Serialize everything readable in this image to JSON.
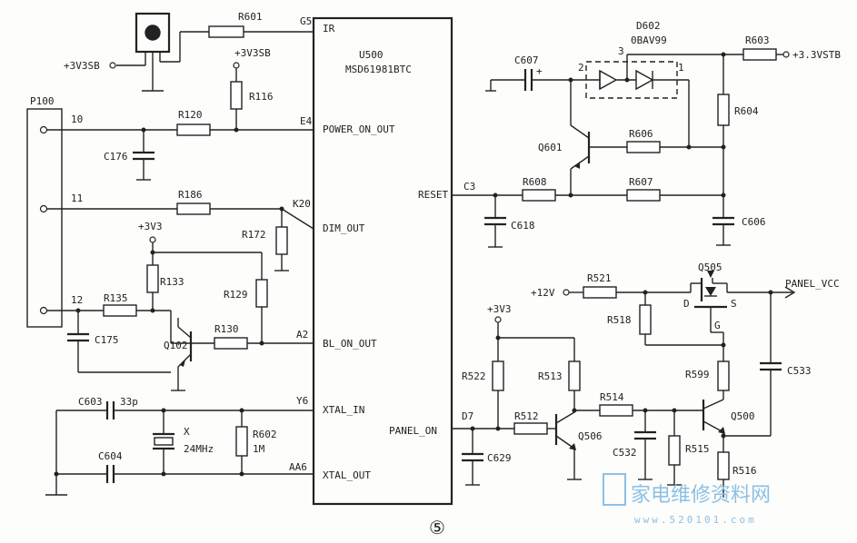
{
  "chip": {
    "ref": "U500",
    "part": "MSD61981BTC"
  },
  "pins": {
    "ir": "IR",
    "ir_num": "G5",
    "power": "POWER_ON_OUT",
    "power_num": "E4",
    "dim": "DIM_OUT",
    "dim_num": "K20",
    "bl": "BL_ON_OUT",
    "bl_num": "A2",
    "xin": "XTAL_IN",
    "xin_num": "Y6",
    "xout": "XTAL_OUT",
    "xout_num": "AA6",
    "reset": "RESET",
    "reset_num": "C3",
    "panel": "PANEL_ON",
    "panel_num": "D7"
  },
  "connector": {
    "ref": "P100",
    "pin10": "10",
    "pin11": "11",
    "pin12": "12"
  },
  "rails": {
    "sb_left": "+3V3SB",
    "sb_top": "+3V3SB",
    "v33a": "+3V3",
    "v33b": "+3V3",
    "v12": "+12V",
    "stb": "+3.3VSTB",
    "panel_vcc": "PANEL_VCC"
  },
  "parts": {
    "r601": "R601",
    "r116": "R116",
    "r120": "R120",
    "c176": "C176",
    "r186": "R186",
    "r172": "R172",
    "r133": "R133",
    "r129": "R129",
    "r135": "R135",
    "c175": "C175",
    "q102": "Q102",
    "r130": "R130",
    "c603": "C603",
    "c603v": "33p",
    "x": "X",
    "xv": "24MHz",
    "r602": "R602",
    "r602v": "1M",
    "c604": "C604",
    "d602": "D602",
    "d602p": "0BAV99",
    "c607": "C607",
    "r603": "R603",
    "r604": "R604",
    "q601": "Q601",
    "r606": "R606",
    "r608": "R608",
    "r607": "R607",
    "c618": "C618",
    "c606": "C606",
    "q505": "Q505",
    "r521": "R521",
    "r518": "R518",
    "r599": "R599",
    "c533": "C533",
    "r522": "R522",
    "r513": "R513",
    "r512": "R512",
    "q506": "Q506",
    "c629": "C629",
    "r514": "R514",
    "c532": "C532",
    "r515": "R515",
    "q500": "Q500",
    "r516": "R516",
    "d2": "2",
    "d3": "3",
    "d1": "1",
    "qd": "D",
    "qs": "S",
    "qg": "G",
    "plus": "+"
  },
  "footer": {
    "num": "⑤"
  },
  "watermark": {
    "cn": "家电维修资料网",
    "url": "www.520101.com"
  }
}
